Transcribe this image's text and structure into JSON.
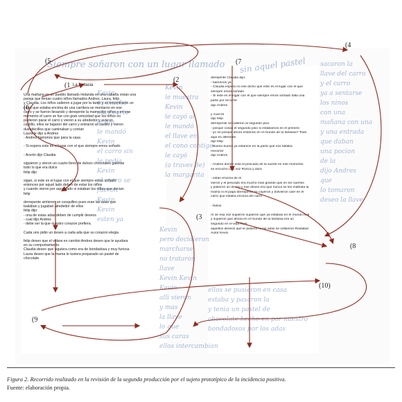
{
  "left_title": "La fantasia",
  "left_lines": [
    "Una mañana en un pueblo llamado Holanda en una cabaña vivian una",
    "pareja que tenian cuatro niños llamados Andres, Laura, felip",
    "y Claudia. Los niños salieron a jugar por la tarde y se encontraron un",
    "carro que estaba encima de una carrilera se montaron en ese",
    "carro y se fueron llevando y derepente la mama dijo niños y en ese",
    "momento el carro se fue con gran velocidad que los niños no",
    "pudieron parar el carro y vieron a su alrededor y avia un",
    "castillo, ellos se bajaron del carro y entraron al castillo y vieron",
    "duendecillos que caminaban y corrian",
    "Laura le dijo a Andres",
    "- Andres bamonos que para la casa",
    "",
    "- Si espera este es el lugar con el que siempre emos soñado",
    "",
    "- Acerto dijo Claudia",
    "",
    "siguieron y vieron un cuarto lleno de dulces chocolates galletas",
    "todo lo que era dulce",
    "felip dijo",
    "",
    "sigan, si este es el lugar con el que siempre emos soñado",
    "entonces por aquel lado deben de estar los niños",
    "y cuando vieron por aquel lado si estaban los niños que decian",
    "felip",
    "",
    "derrepente sintieron un cosquilleo pues eran las adas que",
    "bailaban y jugaban alrededor de ellos",
    "felip dijo:",
    "- una de estas adas deben de cumplir deseos",
    "- cual dijo Andres",
    "- debe ser la que nuestro corazon prefiera.",
    "",
    "Cada uno pidio un deseo a cada ada que su corazon elegia",
    "",
    "felip deseo que el volara en cambio Andres deseo que le ayudara",
    "en su comportamiento",
    "Claudia deseo que siguiera como era de bondadosa y muy furiosa",
    "Laura deseo que la mama le tuviera preparado un pastel de",
    "chocolate"
  ],
  "right_lines": [
    "derepente Claudia dijo:",
    "- bamonos ya",
    "- Claudia espera no ese dicho que este es el lugar con el que",
    "  siempre emos soñado",
    "- Si este es el lugar con el que siempre emos soñado falta una",
    "  parte por recorrer",
    "dijo Andres",
    "",
    "y cual es",
    "dijo felip",
    "derrepente se calleron al segundo piso",
    "- porque cosas el segundo piso si estabamos en el primero",
    "- yo se porque ahora estamos en el mundo de la fantasia? Todo",
    "  aqui es diferente",
    "  dijo felip",
    "- Bueno bueno ya estamos en la parte que nos faltaba",
    "  rrecorrer",
    "  dijo Andres",
    "",
    "- Andres donde esta el pescado de la suerte en ese momento",
    "  se escucho una voz Ronca y dura",
    "",
    "- estan encima de el",
    "vieron y el pescado era mucho mas grande que en los sueños",
    "y pidieron un deseo y ese deseo era que nunca se les maltrata la",
    "mama ni el papa derrepente se cayeron y bolvieron caer en el",
    "carro que estaba encima del carril",
    "",
    "- Niños",
    "",
    "Al oir esa voz supieron supieron que ya estaban en el mundo real",
    "y supieron que ahora en el mundo de la fantasia era un",
    "segundo en el vida Real",
    "aquellos deseos que le pidieron a las adas se volbieron Realidad",
    "Autor Kevin"
  ],
  "handwriting_top": "Siempre soñaron con un lugar llamado",
  "handwriting_right_top": "sin aquel pastel",
  "handwriting_left_col": [
    "Kevin",
    "es mucho",
    "muy corto",
    "le dio",
    "le mandó",
    "Kevin",
    "el carro sin",
    "le pedía",
    "Kevin",
    "el carro se",
    "fueron",
    "Kevin",
    "Kevin",
    "esten ya"
  ],
  "handwriting_mid_col": [
    "Kevin",
    "le muestra",
    "Kevin",
    "le cayó al",
    "le mandó",
    "el llave en",
    "el cono contigo",
    "le cayó",
    "(a traves de)",
    "la margarita"
  ],
  "handwriting_right_col": [
    "sacaron la",
    "llave del carro",
    "y el carro",
    "ya a sentarse",
    "los ninos",
    "con una",
    "mañana con una",
    "y una entrada",
    "que daban",
    "una pocion",
    "de la",
    "dijo Andres",
    "que",
    "lo tomaron",
    "deseo la llave"
  ],
  "handwriting_low_col": [
    "Kevin",
    "pero decidieron",
    "marcharse",
    "no trataron",
    "llave",
    "Kevin Kevin",
    "Kevin",
    "alli vieron",
    "y mas",
    "la llave",
    "lo que",
    "sus caras",
    "ellos intercambian"
  ],
  "handwriting_bottom": [
    "ellos se pusieron en casa",
    "estaba y pasaron la",
    "y tenia un pastel de",
    "chocolate hecho en por nuestro",
    "bondadosos por los adas"
  ],
  "region_labels": [
    "(1",
    "(2",
    "(3",
    "(4",
    "(5",
    "(6",
    "(7",
    "(8",
    "(9",
    "(10)"
  ],
  "caption_label": "Figura 2.",
  "caption_text": "Recorrido realizado en la revisión de la segunda producción por el sujeto prototípico de la incidencia positiva.",
  "source_label": "Fuente: elaboración propia.",
  "colors": {
    "path": "#8e2a1f",
    "handwriting": "#5b7fb5",
    "text": "#222222"
  }
}
